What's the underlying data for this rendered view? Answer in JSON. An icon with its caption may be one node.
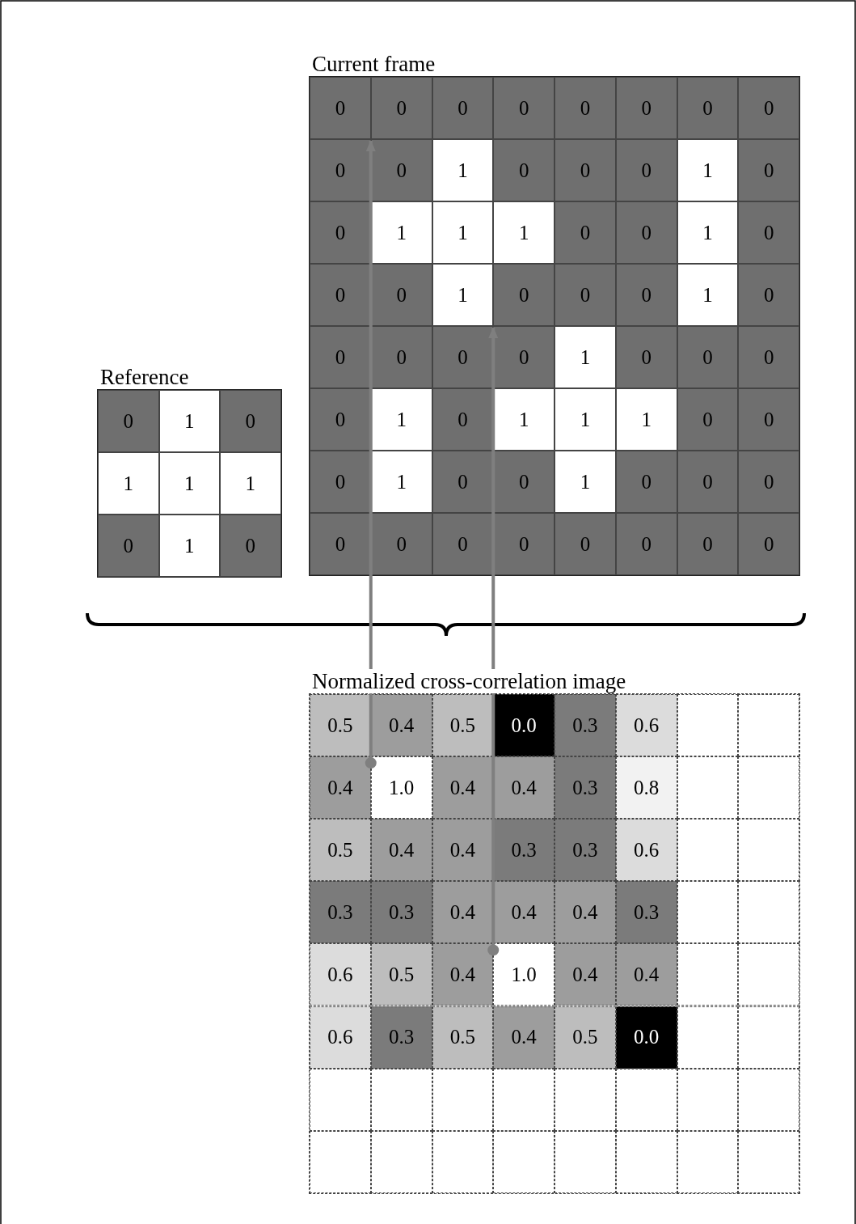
{
  "diagram": {
    "nodes": [
      {
        "text": [
          "Current frame"
        ]
      },
      {
        "text": [
          "0"
        ],
        "in": 0
      },
      {
        "text": [
          "0"
        ],
        "in": 0
      },
      {
        "text": [
          "0"
        ],
        "in": 0
      },
      {
        "text": [
          "0"
        ],
        "in": 0
      },
      {
        "text": [
          "0"
        ],
        "in": 0
      },
      {
        "text": [
          "0"
        ],
        "in": 0
      },
      {
        "text": [
          "0"
        ],
        "in": 0
      },
      {
        "text": [
          "0"
        ],
        "in": 0
      },
      {
        "text": [
          "0"
        ],
        "in": 0
      },
      {
        "text": [
          "0"
        ],
        "in": 0
      },
      {
        "text": [
          "1"
        ],
        "in": 0
      },
      {
        "text": [
          "0"
        ],
        "in": 0
      },
      {
        "text": [
          "0"
        ],
        "in": 0
      },
      {
        "text": [
          "0"
        ],
        "in": 0
      },
      {
        "text": [
          "1"
        ],
        "in": 0
      },
      {
        "text": [
          "0"
        ],
        "in": 0
      },
      {
        "text": [
          "0"
        ],
        "in": 0
      },
      {
        "text": [
          "1"
        ],
        "in": 0
      },
      {
        "text": [
          "1"
        ],
        "in": 0
      },
      {
        "text": [
          "1"
        ],
        "in": 0
      },
      {
        "text": [
          "0"
        ],
        "in": 0
      },
      {
        "text": [
          "0"
        ],
        "in": 0
      },
      {
        "text": [
          "1"
        ],
        "in": 0
      },
      {
        "text": [
          "0"
        ],
        "in": 0
      },
      {
        "text": [
          "0"
        ],
        "in": 0
      },
      {
        "text": [
          "0"
        ],
        "in": 0
      },
      {
        "text": [
          "1"
        ],
        "in": 0
      },
      {
        "text": [
          "0"
        ],
        "in": 0
      },
      {
        "text": [
          "0"
        ],
        "in": 0
      },
      {
        "text": [
          "0"
        ],
        "in": 0
      },
      {
        "text": [
          "1"
        ],
        "in": 0
      },
      {
        "text": [
          "0"
        ],
        "in": 0
      },
      {
        "text": [
          "0"
        ],
        "in": 0
      },
      {
        "text": [
          "0"
        ],
        "in": 0
      },
      {
        "text": [
          "0"
        ],
        "in": 0
      },
      {
        "text": [
          "0"
        ],
        "in": 0
      },
      {
        "text": [
          "1"
        ],
        "in": 0
      },
      {
        "text": [
          "0"
        ],
        "in": 0
      },
      {
        "text": [
          "0"
        ],
        "in": 0
      },
      {
        "text": [
          "0"
        ],
        "in": 0
      },
      {
        "text": [
          "0"
        ],
        "in": 0
      },
      {
        "text": [
          "1"
        ],
        "in": 0
      },
      {
        "text": [
          "0"
        ],
        "in": 0
      },
      {
        "text": [
          "1"
        ],
        "in": 0
      },
      {
        "text": [
          "1"
        ],
        "in": 0
      },
      {
        "text": [
          "1"
        ],
        "in": 0
      },
      {
        "text": [
          "0"
        ],
        "in": 0
      },
      {
        "text": [
          "0"
        ],
        "in": 0
      },
      {
        "text": [
          "0"
        ],
        "in": 0
      },
      {
        "text": [
          "1"
        ],
        "in": 0
      },
      {
        "text": [
          "0"
        ],
        "in": 0
      },
      {
        "text": [
          "0"
        ],
        "in": 0
      },
      {
        "text": [
          "1"
        ],
        "in": 0
      },
      {
        "text": [
          "0"
        ],
        "in": 0
      },
      {
        "text": [
          "0"
        ],
        "in": 0
      },
      {
        "text": [
          "0"
        ],
        "in": 0
      },
      {
        "text": [
          "0"
        ],
        "in": 0
      },
      {
        "text": [
          "0"
        ],
        "in": 0
      },
      {
        "text": [
          "0"
        ],
        "in": 0
      },
      {
        "text": [
          "0"
        ],
        "in": 0
      },
      {
        "text": [
          "0"
        ],
        "in": 0
      },
      {
        "text": [
          "0"
        ],
        "in": 0
      },
      {
        "text": [
          "0"
        ],
        "in": 0
      },
      {
        "text": [
          "0"
        ],
        "in": 0
      },
      {
        "text": [
          "Reference"
        ]
      },
      {
        "text": [
          "0"
        ],
        "in": 65
      },
      {
        "text": [
          "1"
        ],
        "in": 65
      },
      {
        "text": [
          "0"
        ],
        "in": 65
      },
      {
        "text": [
          "1"
        ],
        "in": 65
      },
      {
        "text": [
          "1"
        ],
        "in": 65
      },
      {
        "text": [
          "1"
        ],
        "in": 65
      },
      {
        "text": [
          "0"
        ],
        "in": 65
      },
      {
        "text": [
          "1"
        ],
        "in": 65
      },
      {
        "text": [
          "0"
        ],
        "in": 65
      },
      {
        "text": [
          "Normalized cross-correlation image"
        ]
      },
      {
        "text": [
          "0.5"
        ],
        "in": 75
      },
      {
        "text": [
          "0.4"
        ],
        "in": 75
      },
      {
        "text": [
          "0.5"
        ],
        "in": 75
      },
      {
        "text": [
          "0.0"
        ],
        "in": 75
      },
      {
        "text": [
          "0.3"
        ],
        "in": 75
      },
      {
        "text": [
          "0.6"
        ],
        "in": 75
      },
      {
        "text": [],
        "shape": "box",
        "in": 75
      },
      {
        "text": [],
        "shape": "box",
        "in": 75
      },
      {
        "text": [
          "0.4"
        ],
        "in": 75
      },
      {
        "text": [
          "1.0"
        ],
        "in": 75
      },
      {
        "text": [
          "0.4"
        ],
        "in": 75
      },
      {
        "text": [
          "0.4"
        ],
        "in": 75
      },
      {
        "text": [
          "0.3"
        ],
        "in": 75
      },
      {
        "text": [
          "0.8"
        ],
        "in": 75
      },
      {
        "text": [],
        "shape": "box",
        "in": 75
      },
      {
        "text": [],
        "shape": "box",
        "in": 75
      },
      {
        "text": [
          "0.5"
        ],
        "in": 75
      },
      {
        "text": [
          "0.4"
        ],
        "in": 75
      },
      {
        "text": [
          "0.4"
        ],
        "in": 75
      },
      {
        "text": [
          "0.3"
        ],
        "in": 75
      },
      {
        "text": [
          "0.3"
        ],
        "in": 75
      },
      {
        "text": [
          "0.6"
        ],
        "in": 75
      },
      {
        "text": [],
        "shape": "box",
        "in": 75
      },
      {
        "text": [],
        "shape": "box",
        "in": 75
      },
      {
        "text": [
          "0.3"
        ],
        "in": 75
      },
      {
        "text": [
          "0.3"
        ],
        "in": 75
      },
      {
        "text": [
          "0.4"
        ],
        "in": 75
      },
      {
        "text": [
          "0.4"
        ],
        "in": 75
      },
      {
        "text": [
          "0.4"
        ],
        "in": 75
      },
      {
        "text": [
          "0.3"
        ],
        "in": 75
      },
      {
        "text": [],
        "shape": "box",
        "in": 75
      },
      {
        "text": [],
        "shape": "box",
        "in": 75
      },
      {
        "text": [
          "0.6"
        ],
        "in": 75
      },
      {
        "text": [
          "0.5"
        ],
        "in": 75
      },
      {
        "text": [
          "0.4"
        ],
        "in": 75
      },
      {
        "text": [
          "1.0"
        ],
        "in": 75
      },
      {
        "text": [
          "0.4"
        ],
        "in": 75
      },
      {
        "text": [
          "0.4"
        ],
        "in": 75
      },
      {
        "text": [],
        "shape": "box",
        "in": 75
      },
      {
        "text": [],
        "shape": "box",
        "in": 75
      },
      {
        "text": [
          "0.6"
        ],
        "in": 75
      },
      {
        "text": [
          "0.3"
        ],
        "in": 75
      },
      {
        "text": [
          "0.5"
        ],
        "in": 75
      },
      {
        "text": [
          "0.4"
        ],
        "in": 75
      },
      {
        "text": [
          "0.5"
        ],
        "in": 75
      },
      {
        "text": [
          "0.0"
        ],
        "in": 75
      },
      {
        "text": [],
        "shape": "box",
        "in": 75
      },
      {
        "text": [],
        "shape": "box",
        "in": 75
      },
      {
        "text": [],
        "shape": "box",
        "in": 75
      },
      {
        "text": [],
        "shape": "box",
        "in": 75
      },
      {
        "text": [],
        "shape": "box",
        "in": 75
      },
      {
        "text": [],
        "shape": "box",
        "in": 75
      },
      {
        "text": [],
        "shape": "box",
        "in": 75
      },
      {
        "text": [],
        "shape": "box",
        "in": 75
      },
      {
        "text": [],
        "shape": "box",
        "in": 75
      },
      {
        "text": [],
        "shape": "box",
        "in": 75
      },
      {
        "text": [],
        "shape": "box",
        "in": 75
      },
      {
        "text": [],
        "shape": "box",
        "in": 75
      },
      {
        "text": [],
        "shape": "box",
        "in": 75
      },
      {
        "text": [],
        "shape": "box",
        "in": 75
      },
      {
        "text": [],
        "shape": "box",
        "in": 75
      },
      {
        "text": [],
        "shape": "box",
        "in": 75
      },
      {
        "text": [],
        "shape": "box",
        "in": 75
      },
      {
        "text": [],
        "shape": "box",
        "in": 75
      }
    ],
    "edges": [
      {
        "from": 85,
        "to": 10,
        "arrow": "to"
      },
      {
        "from": 111,
        "to": 36,
        "arrow": "to"
      }
    ]
  }
}
